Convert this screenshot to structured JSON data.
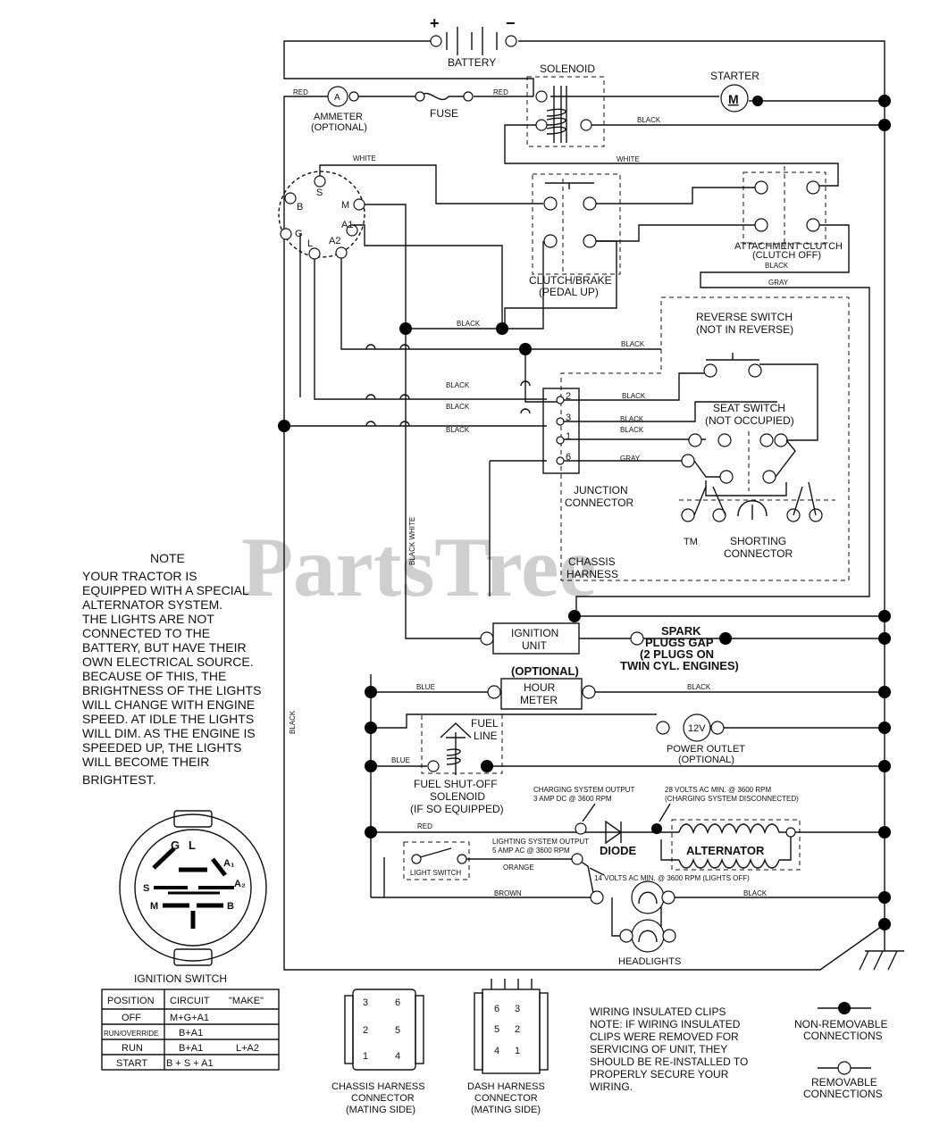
{
  "watermark": {
    "brand": "PartsTree",
    "tm": "TM"
  },
  "battery": {
    "label": "BATTERY",
    "plus": "+",
    "minus": "−"
  },
  "solenoid": {
    "label": "SOLENOID"
  },
  "starter": {
    "label": "STARTER",
    "symbol": "M"
  },
  "ammeter": {
    "symbol": "A",
    "label": "AMMETER",
    "note": "(OPTIONAL)"
  },
  "fuse": {
    "label": "FUSE"
  },
  "ignition_switch_terminals": {
    "s": "S",
    "m": "M",
    "b": "B",
    "a1": "A1",
    "g": "G",
    "l": "L",
    "a2": "A2"
  },
  "clutch_brake": {
    "label": "CLUTCH/BRAKE",
    "note": "(PEDAL UP)"
  },
  "attachment_clutch": {
    "label": "ATTACHMENT CLUTCH",
    "note": "(CLUTCH OFF)"
  },
  "reverse_switch": {
    "label": "REVERSE SWITCH",
    "note": "(NOT IN REVERSE)"
  },
  "seat_switch": {
    "label": "SEAT SWITCH",
    "note": "(NOT OCCUPIED)"
  },
  "junction": {
    "label1": "JUNCTION",
    "label2": "CONNECTOR",
    "pins": [
      "2",
      "3",
      "1",
      "6"
    ]
  },
  "shorting": {
    "label1": "SHORTING",
    "label2": "CONNECTOR"
  },
  "chassis_harness": {
    "label1": "CHASSIS",
    "label2": "HARNESS"
  },
  "ignition_unit": {
    "label1": "IGNITION",
    "label2": "UNIT"
  },
  "spark": {
    "line1": "SPARK",
    "line2": "PLUGS GAP",
    "line3": "(2 PLUGS ON",
    "line4": "TWIN CYL. ENGINES)"
  },
  "hour_meter": {
    "optional": "(OPTIONAL)",
    "label1": "HOUR",
    "label2": "METER"
  },
  "fuel": {
    "line_label1": "FUEL",
    "line_label2": "LINE",
    "sol1": "FUEL SHUT-OFF",
    "sol2": "SOLENOID",
    "sol3": "(IF SO EQUIPPED)"
  },
  "power_outlet": {
    "symbol": "12V",
    "label": "POWER OUTLET",
    "note": "(OPTIONAL)"
  },
  "charging": {
    "line1": "CHARGING SYSTEM OUTPUT",
    "line2": "3 AMP DC @ 3600 RPM"
  },
  "ac28": {
    "line1": "28 VOLTS AC MIN. @ 3600 RPM",
    "line2": "(CHARGING SYSTEM DISCONNECTED)"
  },
  "diode": {
    "label": "DIODE"
  },
  "alternator": {
    "label": "ALTERNATOR"
  },
  "lighting": {
    "line1": "LIGHTING SYSTEM OUTPUT",
    "line2": "5 AMP AC @ 3600 RPM"
  },
  "ac14": {
    "label": "14 VOLTS AC MIN. @ 3600 RPM (LIGHTS OFF)"
  },
  "light_switch": {
    "label": "LIGHT SWITCH"
  },
  "headlights": {
    "label": "HEADLIGHTS"
  },
  "wires": {
    "red": "RED",
    "white": "WHITE",
    "black": "BLACK",
    "gray": "GRAY",
    "blue": "BLUE",
    "orange": "ORANGE",
    "brown": "BROWN",
    "black_white": "BLACK WHITE"
  },
  "note": {
    "title": "NOTE",
    "lines": [
      "YOUR TRACTOR IS",
      "EQUIPPED WITH A SPECIAL",
      "ALTERNATOR SYSTEM.",
      "THE LIGHTS ARE NOT",
      "CONNECTED TO THE",
      "BATTERY, BUT HAVE THEIR",
      "OWN ELECTRICAL SOURCE.",
      "BECAUSE OF THIS, THE",
      "BRIGHTNESS OF THE LIGHTS",
      "WILL CHANGE WITH ENGINE",
      "SPEED.  AT IDLE THE LIGHTS",
      "WILL DIM.  AS THE ENGINE IS",
      "SPEEDED UP, THE LIGHTS",
      "WILL BECOME THEIR",
      "BRIGHTEST."
    ]
  },
  "ign_switch": {
    "title": "IGNITION SWITCH",
    "glyphs": {
      "g": "G",
      "l": "L",
      "a1": "A₁",
      "s": "S",
      "a2": "A₂",
      "m": "M",
      "b": "B"
    },
    "table": {
      "headers": [
        "POSITION",
        "CIRCUIT",
        "\"MAKE\""
      ],
      "rows": [
        [
          "OFF",
          "M+G+A1",
          ""
        ],
        [
          "RUN/OVERRIDE",
          "B+A1",
          ""
        ],
        [
          "RUN",
          "B+A1",
          "L+A2"
        ],
        [
          "START",
          "B + S + A1",
          ""
        ]
      ]
    }
  },
  "chassis_conn": {
    "line1": "CHASSIS HARNESS",
    "line2": "CONNECTOR",
    "line3": "(MATING SIDE)",
    "pins": [
      "3",
      "6",
      "2",
      "5",
      "1",
      "4"
    ]
  },
  "dash_conn": {
    "line1": "DASH HARNESS",
    "line2": "CONNECTOR",
    "line3": "(MATING SIDE)",
    "pins": [
      "6",
      "3",
      "5",
      "2",
      "4",
      "1"
    ]
  },
  "clips_note": {
    "lines": [
      "WIRING INSULATED CLIPS",
      "NOTE: IF WIRING INSULATED",
      "CLIPS WERE REMOVED FOR",
      "SERVICING OF UNIT, THEY",
      "SHOULD BE RE-INSTALLED TO",
      "PROPERLY SECURE YOUR",
      "WIRING."
    ]
  },
  "legend": {
    "nonremovable1": "NON-REMOVABLE",
    "nonremovable2": "CONNECTIONS",
    "removable1": "REMOVABLE",
    "removable2": "CONNECTIONS"
  }
}
